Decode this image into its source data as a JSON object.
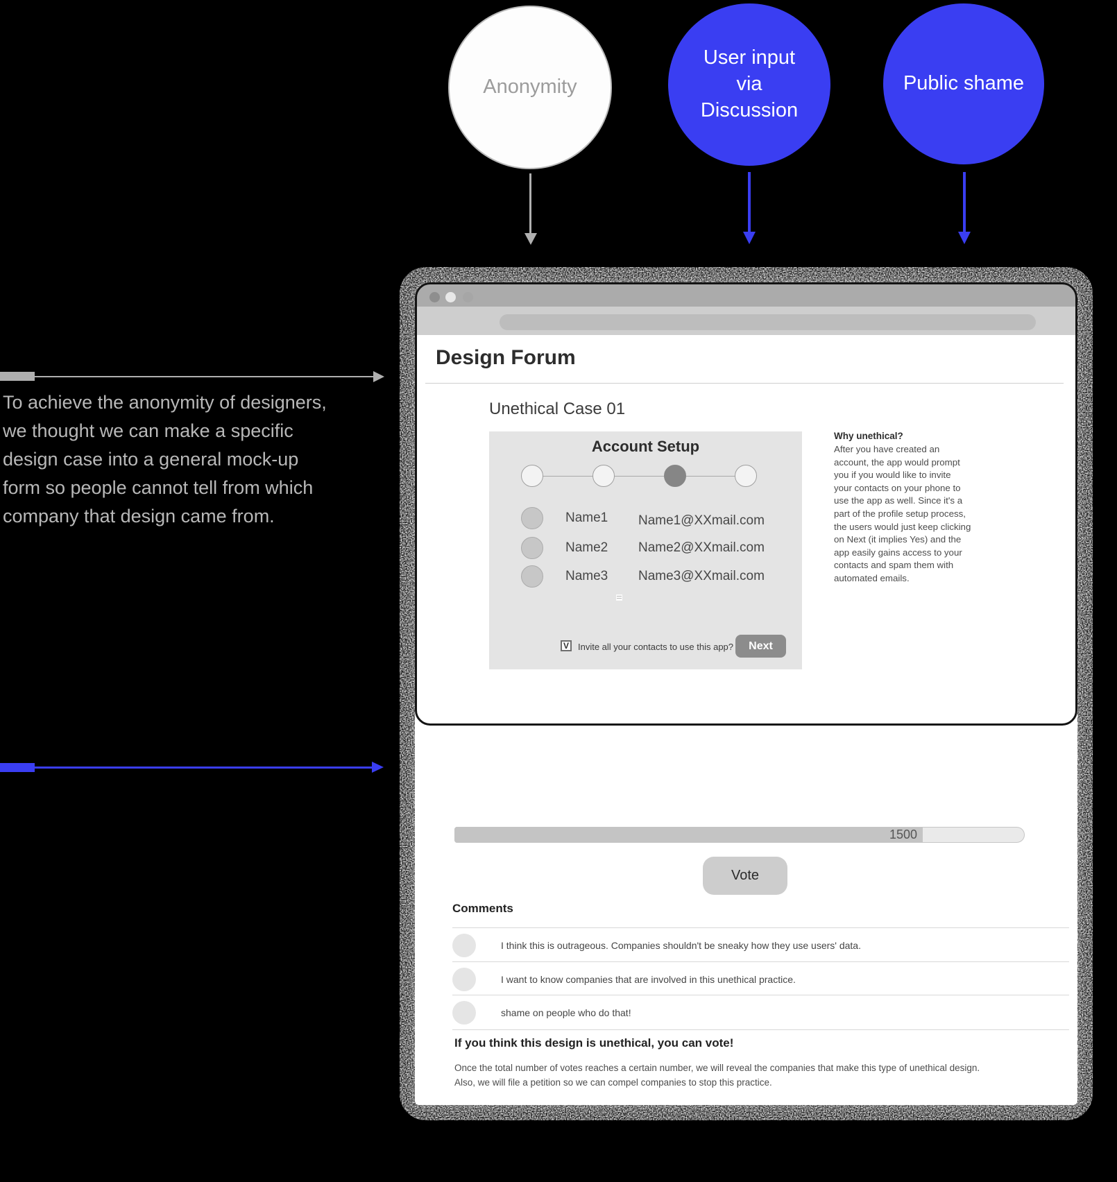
{
  "colors": {
    "accent_blue": "#3a3ef2",
    "arrow_gray": "#b0b0b0",
    "card_gray": "#e4e4e4",
    "background": "#000000"
  },
  "diagram": {
    "bubbles": [
      {
        "label": "Anonymity",
        "style": "outline"
      },
      {
        "label": "User input\nvia\nDiscussion",
        "style": "filled"
      },
      {
        "label": "Public shame",
        "style": "filled"
      }
    ],
    "left_note": "To achieve the anonymity of designers,\nwe thought we can make a specific\ndesign case into a general mock-up\nform so people cannot tell from which\ncompany that design came from."
  },
  "browser": {
    "page_title": "Design Forum",
    "case_title": "Unethical Case 01",
    "mockup": {
      "title": "Account Setup",
      "contacts": [
        {
          "name": "Name1",
          "email": "Name1@XXmail.com"
        },
        {
          "name": "Name2",
          "email": "Name2@XXmail.com"
        },
        {
          "name": "Name3",
          "email": "Name3@XXmail.com"
        }
      ],
      "checkbox_mark": "V",
      "checkbox_label": "Invite all your contacts to use this app?",
      "next_label": "Next"
    },
    "why": {
      "heading": "Why unethical?",
      "body": "After you have created an account, the app would prompt you if you would like to invite your contacts on your phone to use the app as well. Since it's a part of the profile setup process, the users would just keep clicking on Next (it implies Yes) and the app easily gains access to your contacts and spam them with automated emails."
    },
    "vote": {
      "heading": "If you think this design is unethical, you can vote!",
      "body": "Once the total number of votes reaches a certain number, we will reveal the companies that make this type of unethical design.\nAlso, we will file a petition so we can compel companies to stop this practice.",
      "count": "1500",
      "button_label": "Vote"
    },
    "comments": {
      "heading": "Comments",
      "items": [
        "I think this is outrageous. Companies shouldn't be sneaky how they use users' data.",
        "I want to know companies that are involved in this unethical practice.",
        "shame on people who do that!"
      ]
    }
  }
}
